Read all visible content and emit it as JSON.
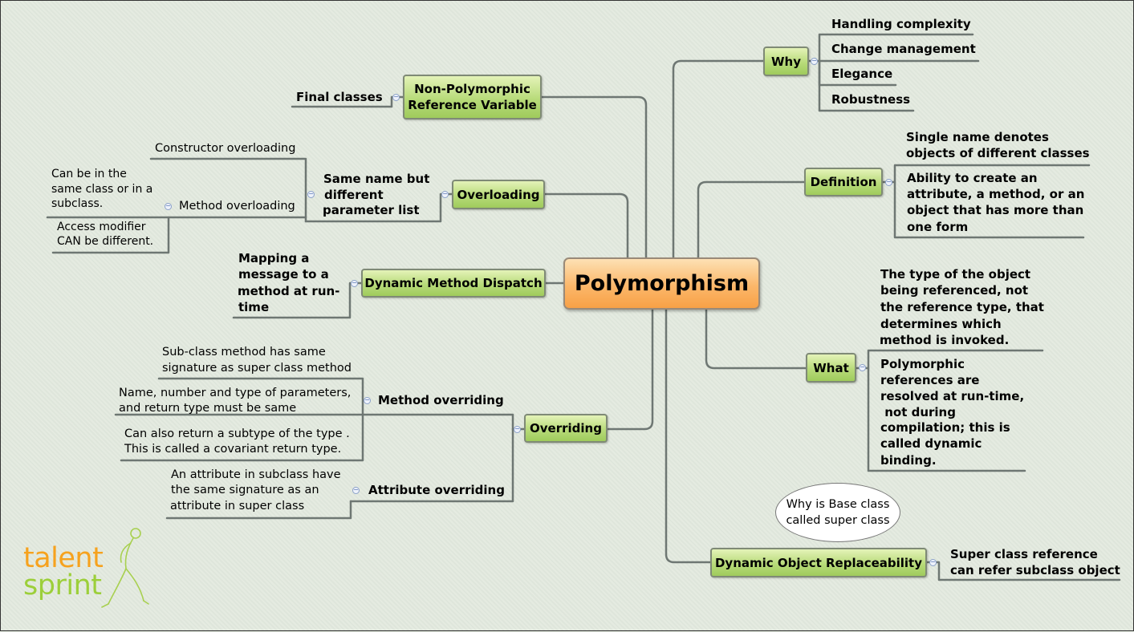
{
  "central": "Polymorphism",
  "branches": {
    "non_polymorphic": {
      "label_line1": "Non-Polymorphic",
      "label_line2": "Reference Variable",
      "children": [
        "Final classes"
      ]
    },
    "overloading": {
      "label": "Overloading",
      "sub_line1": "Same name but",
      "sub_line2": "different",
      "sub_line3": "parameter list",
      "constructor": "Constructor overloading",
      "method": "Method overloading",
      "method_notes": {
        "note1_line1": "Can be  in the",
        "note1_line2": "same class or in a",
        "note1_line3": "subclass.",
        "note2_line1": "Access modifier",
        "note2_line2": "CAN be different."
      }
    },
    "dmd": {
      "label": "Dynamic Method Dispatch",
      "line1": "Mapping a",
      "line2": "message to a",
      "line3": "method at run-",
      "line4": "time"
    },
    "overriding": {
      "label": "Overriding",
      "method_overriding": "Method overriding",
      "attribute_overriding": "Attribute overriding",
      "m1_line1": "Sub-class method has same",
      "m1_line2": "signature as super class method",
      "m2_line1": "Name, number and type of parameters,",
      "m2_line2": "and return type must be same",
      "m3_line1": "Can also return a subtype of the type .",
      "m3_line2": "This is called a covariant return type.",
      "a1_line1": "An attribute in subclass have",
      "a1_line2": "the same signature as an",
      "a1_line3": "attribute in super class"
    },
    "why": {
      "label": "Why",
      "items": [
        "Handling complexity",
        "Change management",
        "Elegance",
        "Robustness"
      ]
    },
    "definition": {
      "label": "Definition",
      "d1_line1": "Single name denotes",
      "d1_line2": "objects of different classes",
      "d2_line1": "Ability to create an",
      "d2_line2": "attribute, a method, or an",
      "d2_line3": "object that has more than",
      "d2_line4": "one form"
    },
    "what": {
      "label": "What",
      "w1_line1": "The type of the object",
      "w1_line2": "being referenced, not",
      "w1_line3": "the reference type, that",
      "w1_line4": "determines which",
      "w1_line5": "method is invoked.",
      "w2_line1": "Polymorphic",
      "w2_line2": "references are",
      "w2_line3": "resolved at run-time,",
      "w2_line4": " not during",
      "w2_line5": "compilation; this is",
      "w2_line6": "called dynamic",
      "w2_line7": "binding."
    },
    "dor": {
      "label": "Dynamic Object Replaceability",
      "line1": "Super class reference",
      "line2": "can refer subclass object"
    }
  },
  "callout": {
    "line1": "Why is Base class",
    "line2": "called super class"
  },
  "logo": {
    "line1": "talent",
    "line2": "sprint"
  },
  "colors": {
    "background": "#e2e9de",
    "central_fill": "#fbb76a",
    "node_fill": "#b8db7a",
    "connector": "#6e7773",
    "logo_orange": "#f6a21e",
    "logo_green": "#9ccf3a"
  }
}
